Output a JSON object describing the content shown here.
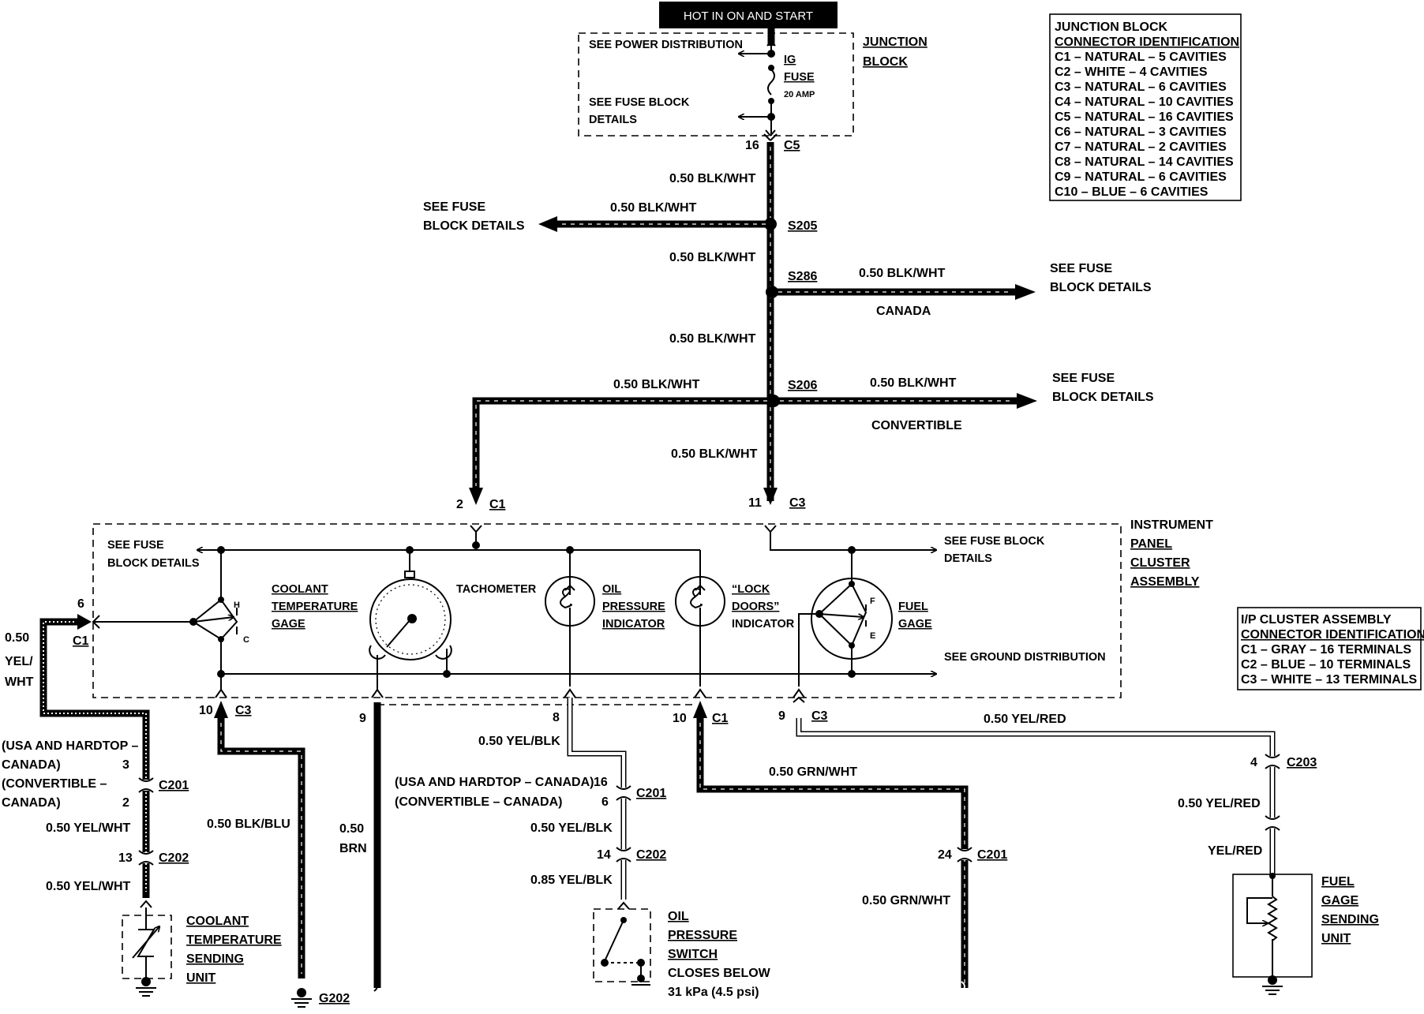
{
  "header": {
    "hot_label": "HOT IN ON AND START"
  },
  "junction_block": {
    "title_1": "JUNCTION",
    "title_2": "BLOCK",
    "see_power": "SEE POWER DISTRIBUTION",
    "see_fuse_1": "SEE FUSE BLOCK",
    "see_fuse_2": "DETAILS",
    "fuse_name_1": "IG",
    "fuse_name_2": "FUSE",
    "fuse_rating": "20 AMP"
  },
  "jb_connector_table": {
    "title_1": "JUNCTION BLOCK",
    "title_2": "CONNECTOR IDENTIFICATION",
    "rows": [
      "C1 – NATURAL – 5 CAVITIES",
      "C2 – WHITE – 4 CAVITIES",
      "C3 – NATURAL – 6 CAVITIES",
      "C4 – NATURAL – 10 CAVITIES",
      "C5 – NATURAL – 16 CAVITIES",
      "C6 – NATURAL – 3 CAVITIES",
      "C7 – NATURAL – 2 CAVITIES",
      "C8 – NATURAL – 14 CAVITIES",
      "C9 – NATURAL – 6 CAVITIES",
      "C10 – BLUE – 6 CAVITIES"
    ]
  },
  "ip_connector_table": {
    "title_1": "I/P CLUSTER ASSEMBLY",
    "title_2": "CONNECTOR IDENTIFICATION",
    "rows": [
      "C1 – GRAY – 16 TERMINALS",
      "C2 – BLUE – 10 TERMINALS",
      "C3 – WHITE – 13 TERMINALS"
    ]
  },
  "main_feed": {
    "c5_pin": "16",
    "c5_label": "C5",
    "wire_1": "0.50 BLK/WHT",
    "s205_label": "S205",
    "s205_branch_wire": "0.50 BLK/WHT",
    "s205_see_1": "SEE FUSE",
    "s205_see_2": "BLOCK DETAILS",
    "wire_2": "0.50 BLK/WHT",
    "s286_label": "S286",
    "s286_wire": "0.50 BLK/WHT",
    "s286_see_1": "SEE FUSE",
    "s286_see_2": "BLOCK DETAILS",
    "s286_note": "CANADA",
    "wire_3": "0.50 BLK/WHT",
    "s206_label": "S206",
    "s206_left_wire": "0.50 BLK/WHT",
    "s206_right_wire": "0.50 BLK/WHT",
    "s206_see_1": "SEE FUSE",
    "s206_see_2": "BLOCK DETAILS",
    "s206_note": "CONVERTIBLE",
    "wire_4": "0.50 BLK/WHT",
    "c1_top_pin": "2",
    "c1_top_label": "C1",
    "c3_top_pin": "11",
    "c3_top_label": "C3"
  },
  "cluster": {
    "title": [
      "INSTRUMENT",
      "PANEL",
      "CLUSTER",
      "ASSEMBLY"
    ],
    "see_fuse_left_1": "SEE FUSE",
    "see_fuse_left_2": "BLOCK DETAILS",
    "see_fuse_right_1": "SEE FUSE BLOCK",
    "see_fuse_right_2": "DETAILS",
    "see_ground": "SEE GROUND DISTRIBUTION",
    "coolant_gage": [
      "COOLANT",
      "TEMPERATURE",
      "GAGE"
    ],
    "tachometer": "TACHOMETER",
    "oil_indicator": [
      "OIL",
      "PRESSURE",
      "INDICATOR"
    ],
    "lock_indicator": [
      "“LOCK",
      "DOORS”",
      "INDICATOR"
    ],
    "fuel_gage": [
      "FUEL",
      "GAGE"
    ],
    "gage_h": "H",
    "gage_c": "C",
    "gage_f": "F",
    "gage_e": "E"
  },
  "coolant_circuit": {
    "c1_pin": "6",
    "c1_label": "C1",
    "wire_a_1": "0.50",
    "wire_a_2": "YEL/",
    "wire_a_3": "WHT",
    "note_1": "(USA AND HARDTOP –",
    "note_2": "CANADA)",
    "note_3": "(CONVERTIBLE –",
    "note_4": "CANADA)",
    "pin_usa": "3",
    "pin_conv": "2",
    "c201_label": "C201",
    "wire_b": "0.50 YEL/WHT",
    "c202_pin": "13",
    "c202_label": "C202",
    "wire_c": "0.50 YEL/WHT",
    "sender": [
      "COOLANT",
      "TEMPERATURE",
      "SENDING",
      "UNIT"
    ]
  },
  "tach_ground": {
    "c3_pin": "10",
    "c3_label": "C3",
    "wire": "0.50 BLK/BLU",
    "ground_label": "G202"
  },
  "brown_wire": {
    "pin": "9",
    "wire_1": "0.50",
    "wire_2": "BRN"
  },
  "oil_circuit": {
    "pin": "8",
    "wire_a": "0.50 YEL/BLK",
    "note_1": "(USA AND HARDTOP – CANADA)",
    "note_2": "(CONVERTIBLE – CANADA)",
    "pin_usa": "16",
    "pin_conv": "6",
    "c201_label": "C201",
    "wire_b": "0.50 YEL/BLK",
    "c202_pin": "14",
    "c202_label": "C202",
    "wire_c": "0.85 YEL/BLK",
    "switch": [
      "OIL",
      "PRESSURE",
      "SWITCH"
    ],
    "switch_note_1": "CLOSES BELOW",
    "switch_note_2": "31 kPa (4.5 psi)"
  },
  "lock_circuit": {
    "c1_pin": "10",
    "c1_label": "C1",
    "wire_a": "0.50 GRN/WHT",
    "c201_pin": "24",
    "c201_label": "C201",
    "wire_b": "0.50 GRN/WHT"
  },
  "fuel_circuit": {
    "c3_pin": "9",
    "c3_label": "C3",
    "wire_a": "0.50 YEL/RED",
    "c203_pin": "4",
    "c203_label": "C203",
    "wire_b": "0.50 YEL/RED",
    "wire_c": "YEL/RED",
    "sender": [
      "FUEL",
      "GAGE",
      "SENDING",
      "UNIT"
    ]
  }
}
